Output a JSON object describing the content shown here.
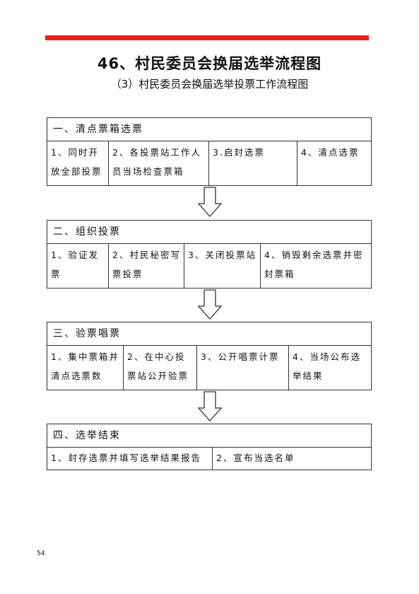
{
  "header": {
    "title": "46、村民委员会换届选举流程图",
    "subtitle": "（3）村民委员会换届选举投票工作流程图"
  },
  "sections": [
    {
      "heading": "一、清点票箱选票",
      "steps": [
        "1、同时开放全部投票站",
        "2、各投票站工作人员当场检查票箱",
        "3.启封选票",
        "4、清点选票"
      ]
    },
    {
      "heading": "二、组织投票",
      "steps": [
        "1、验证发票",
        "2、村民秘密写票投票",
        "3、关闭投票站",
        "4、销毁剩余选票并密封票箱"
      ]
    },
    {
      "heading": "三、验票唱票",
      "steps": [
        "1、集中票箱并清点选票数",
        "2、在中心投票站公开验票",
        "3、公开唱票计票",
        "4、当场公布选举结果"
      ]
    },
    {
      "heading": "四、选举结束",
      "steps": [
        "1、封存选票并填写选举结果报告单",
        "2、宣布当选名单"
      ]
    }
  ],
  "page_number": "54",
  "colors": {
    "accent_bar": "#e8221b",
    "border": "#333333"
  }
}
